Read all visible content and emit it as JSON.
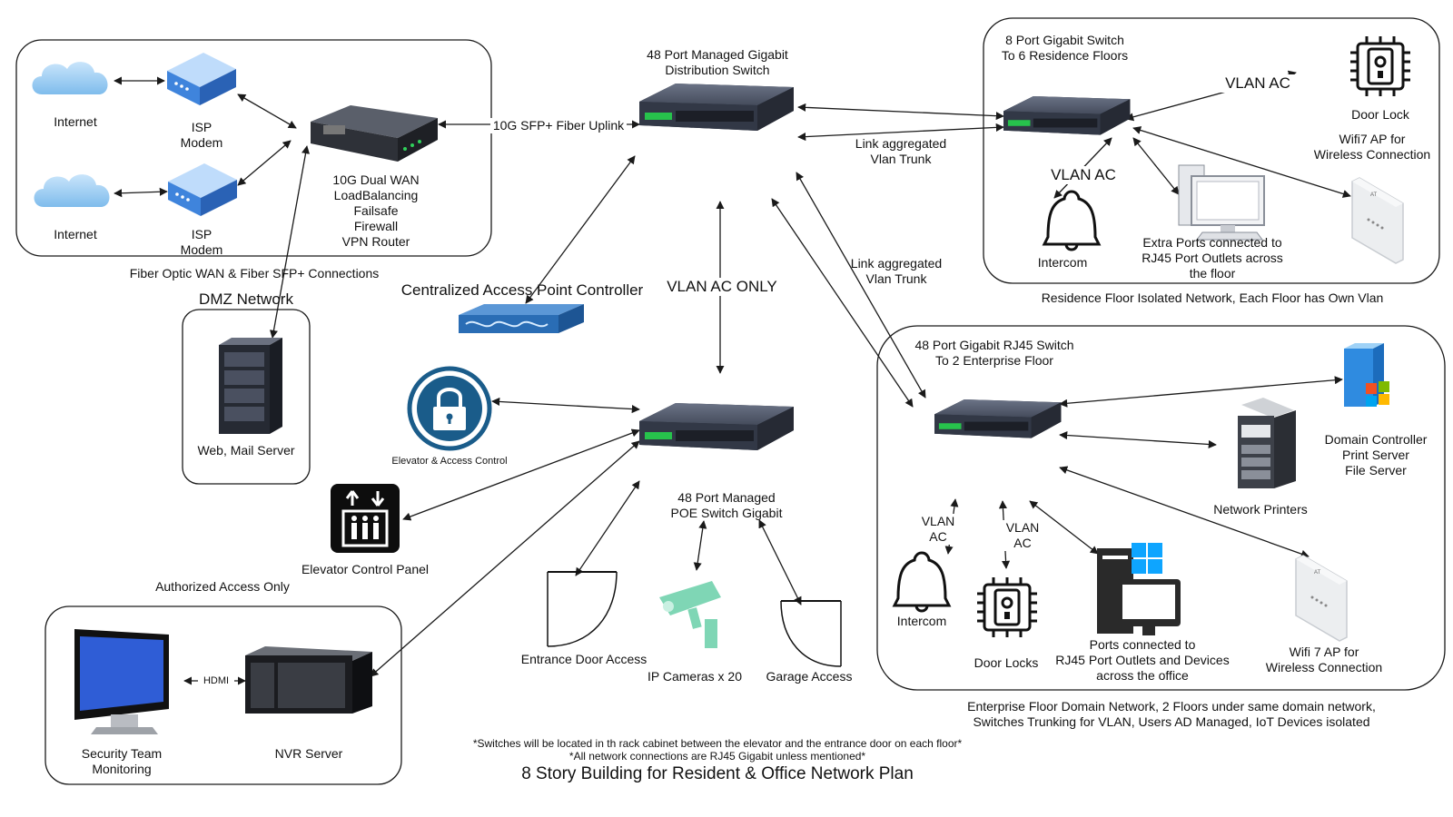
{
  "title": "8 Story Building for Resident & Office Network Plan",
  "footnotes": [
    "*Switches will be located in th rack cabinet between the elevator and the entrance door on each floor*",
    "*All network connections are RJ45 Gigabit unless mentioned*"
  ],
  "groups": {
    "wan": "Fiber Optic WAN & Fiber SFP+ Connections",
    "dmz": "DMZ Network",
    "residence": "Residence Floor Isolated Network, Each Floor has Own Vlan",
    "enterprise": [
      "Enterprise Floor Domain Network, 2 Floors under same domain network,",
      "Switches Trunking for VLAN, Users AD Managed, IoT Devices isolated"
    ],
    "security": "Authorized Access Only"
  },
  "nodes": {
    "internet1": "Internet",
    "internet2": "Internet",
    "modem1": [
      "ISP",
      "Modem"
    ],
    "modem2": [
      "ISP",
      "Modem"
    ],
    "router": [
      "10G Dual WAN",
      "LoadBalancing",
      "Failsafe",
      "Firewall",
      "VPN Router"
    ],
    "dist_switch": [
      "48 Port Managed Gigabit",
      "Distribution Switch"
    ],
    "res_switch": [
      "8 Port Gigabit Switch",
      "To 6 Residence Floors"
    ],
    "res_doorlock": "Door Lock",
    "res_ap": [
      "Wifi7 AP for",
      "Wireless Connection"
    ],
    "res_intercom": "Intercom",
    "res_ports": [
      "Extra Ports connected to",
      "RJ45 Port Outlets across",
      "the floor"
    ],
    "ap_controller": "Centralized Access Point Controller",
    "web_server": "Web, Mail Server",
    "elev_access": "Elevator & Access Control",
    "elev_panel": "Elevator Control Panel",
    "poe_switch": [
      "48 Port Managed",
      "POE Switch Gigabit"
    ],
    "entrance": "Entrance Door Access",
    "cameras": "IP Cameras x 20",
    "garage": "Garage Access",
    "monitor": [
      "Security Team",
      "Monitoring"
    ],
    "nvr": "NVR Server",
    "ent_switch": [
      "48 Port Gigabit RJ45 Switch",
      "To 2 Enterprise Floor"
    ],
    "ent_dc": [
      "Domain Controller",
      "Print Server",
      "File Server"
    ],
    "ent_printers": "Network Printers",
    "ent_intercom": "Intercom",
    "ent_doorlocks": "Door Locks",
    "ent_ports": [
      "Ports connected to",
      "RJ45 Port Outlets and Devices",
      "across the office"
    ],
    "ent_ap": [
      "Wifi 7 AP for",
      "Wireless Connection"
    ]
  },
  "links": {
    "uplink": "10G SFP+ Fiber Uplink",
    "trunk1": [
      "Link aggregated",
      "Vlan Trunk"
    ],
    "trunk2": [
      "Link aggregated",
      "Vlan Trunk"
    ],
    "vlan_only": "VLAN AC ONLY",
    "res_vlan1": "VLAN AC",
    "res_vlan2": "VLAN AC",
    "ent_vlan1": [
      "VLAN",
      "AC"
    ],
    "ent_vlan2": [
      "VLAN",
      "AC"
    ],
    "hdmi": "HDMI"
  },
  "colors": {
    "line": "#1a1a1a",
    "switch_body": "#3a4152",
    "switch_top": "#5a6275",
    "port_led": "#27c24c",
    "modem_blue": "#3a7fd6",
    "cloud": "#8ec6f2",
    "lock_blue": "#1a5c8a",
    "camera_green": "#7fd6b5"
  },
  "icons": {
    "cloud": "cloud-icon",
    "modem": "modem-icon",
    "router": "router-icon",
    "switch": "switch-icon",
    "server": "server-rack-icon",
    "lock": "padlock-icon",
    "elevator": "elevator-icon",
    "door": "door-icon",
    "camera": "cctv-camera-icon",
    "bell": "bell-icon",
    "door_lock": "door-lock-icon",
    "access_point": "access-point-icon",
    "computer": "desktop-computer-icon",
    "printer": "printer-icon",
    "nvr": "nvr-icon",
    "monitor": "monitor-icon"
  }
}
